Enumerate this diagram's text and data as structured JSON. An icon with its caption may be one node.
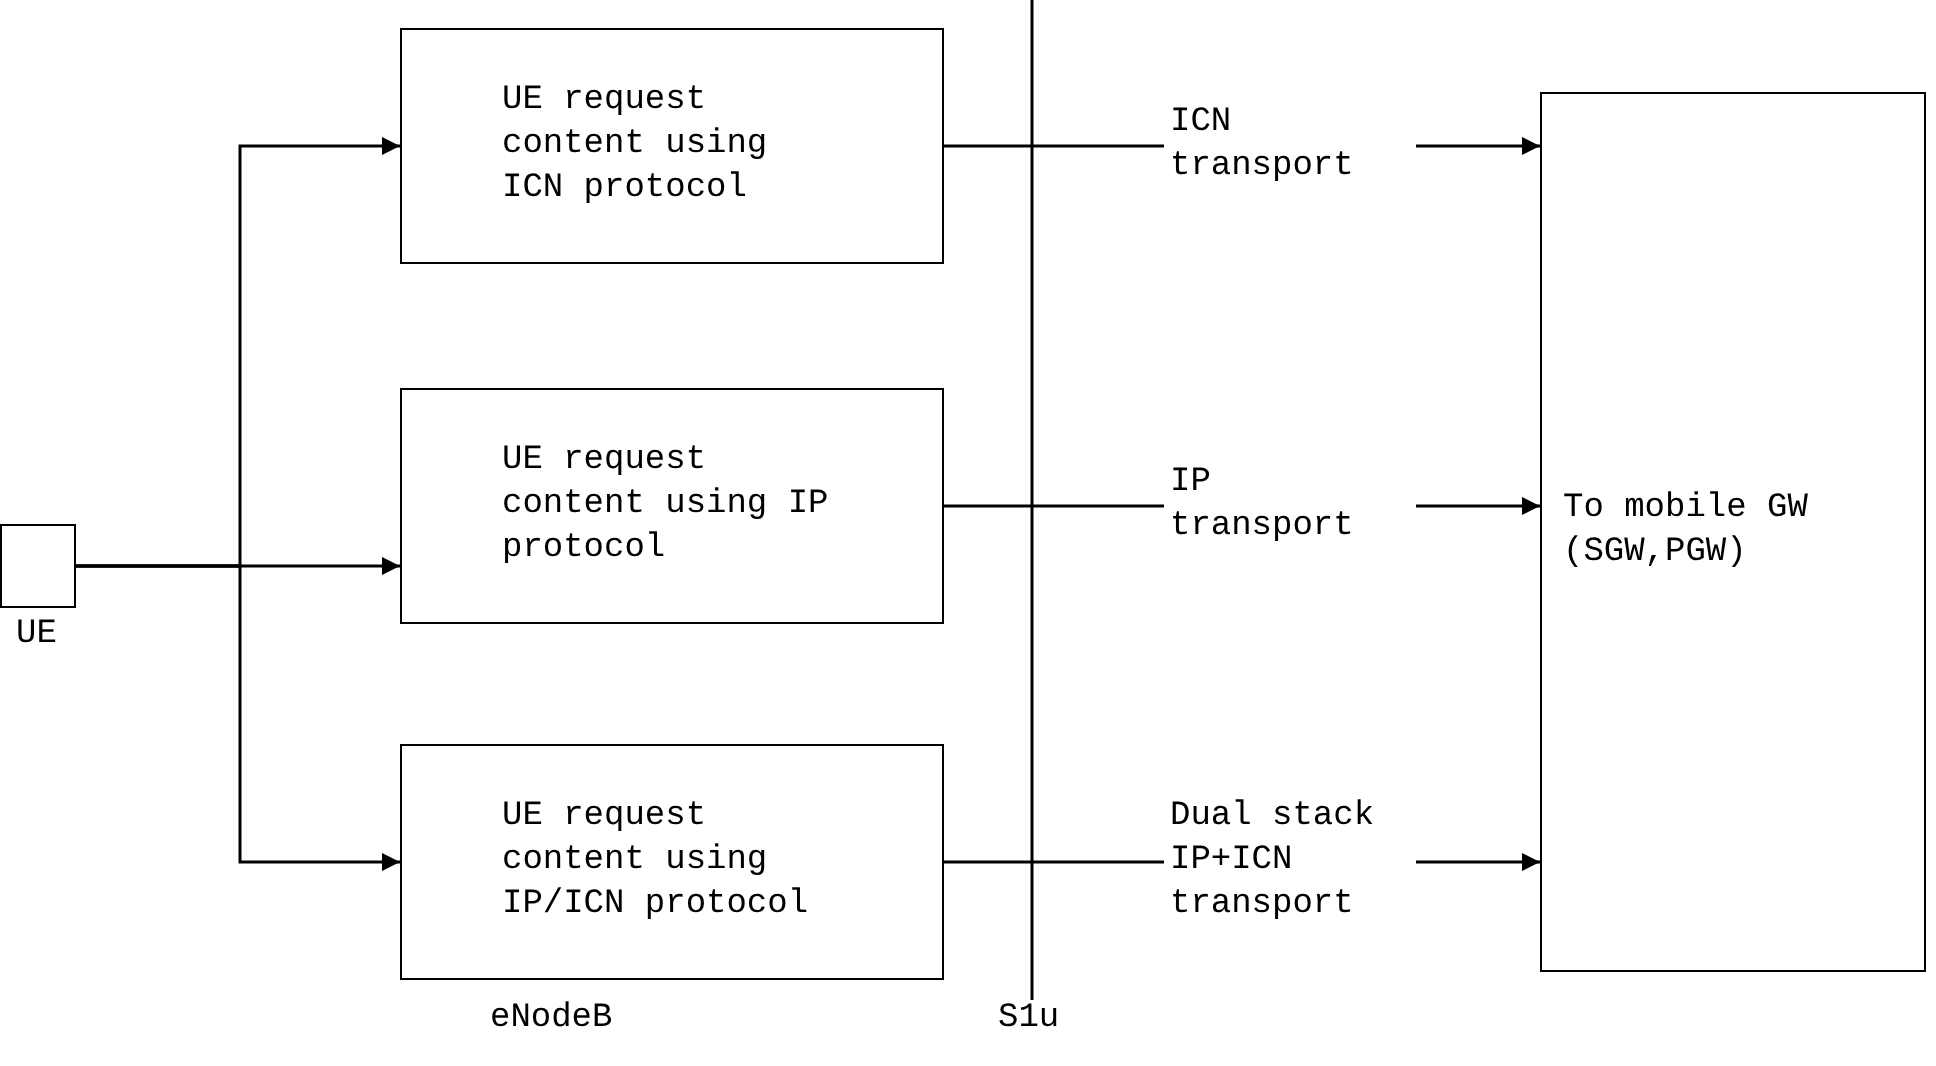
{
  "diagram": {
    "nodes": [
      {
        "text": [],
        "shape": "box",
        "beside": [
          "UE"
        ]
      },
      {
        "text": [
          "UE request content using ICN protocol"
        ]
      },
      {
        "text": [
          "UE request content using IP protocol"
        ]
      },
      {
        "text": [
          "UE request content using IP/ICN protocol"
        ]
      },
      {
        "text": [
          "To mobile GW (SGW,PGW)"
        ]
      }
    ],
    "edges": [
      {
        "from": 0,
        "to": 1,
        "arrow": "to"
      },
      {
        "from": 0,
        "to": 2,
        "arrow": "to"
      },
      {
        "from": 0,
        "to": 3,
        "arrow": "to"
      },
      {
        "from": 1,
        "to": 4,
        "arrow": "to",
        "label": "ICN transport"
      },
      {
        "from": 2,
        "to": 4,
        "arrow": "to",
        "label": "IP transport"
      },
      {
        "from": 3,
        "to": 4,
        "arrow": "to",
        "label": "Dual stack IP+ICN transport"
      }
    ],
    "labels": [
      "eNodeB",
      "S1u"
    ]
  }
}
